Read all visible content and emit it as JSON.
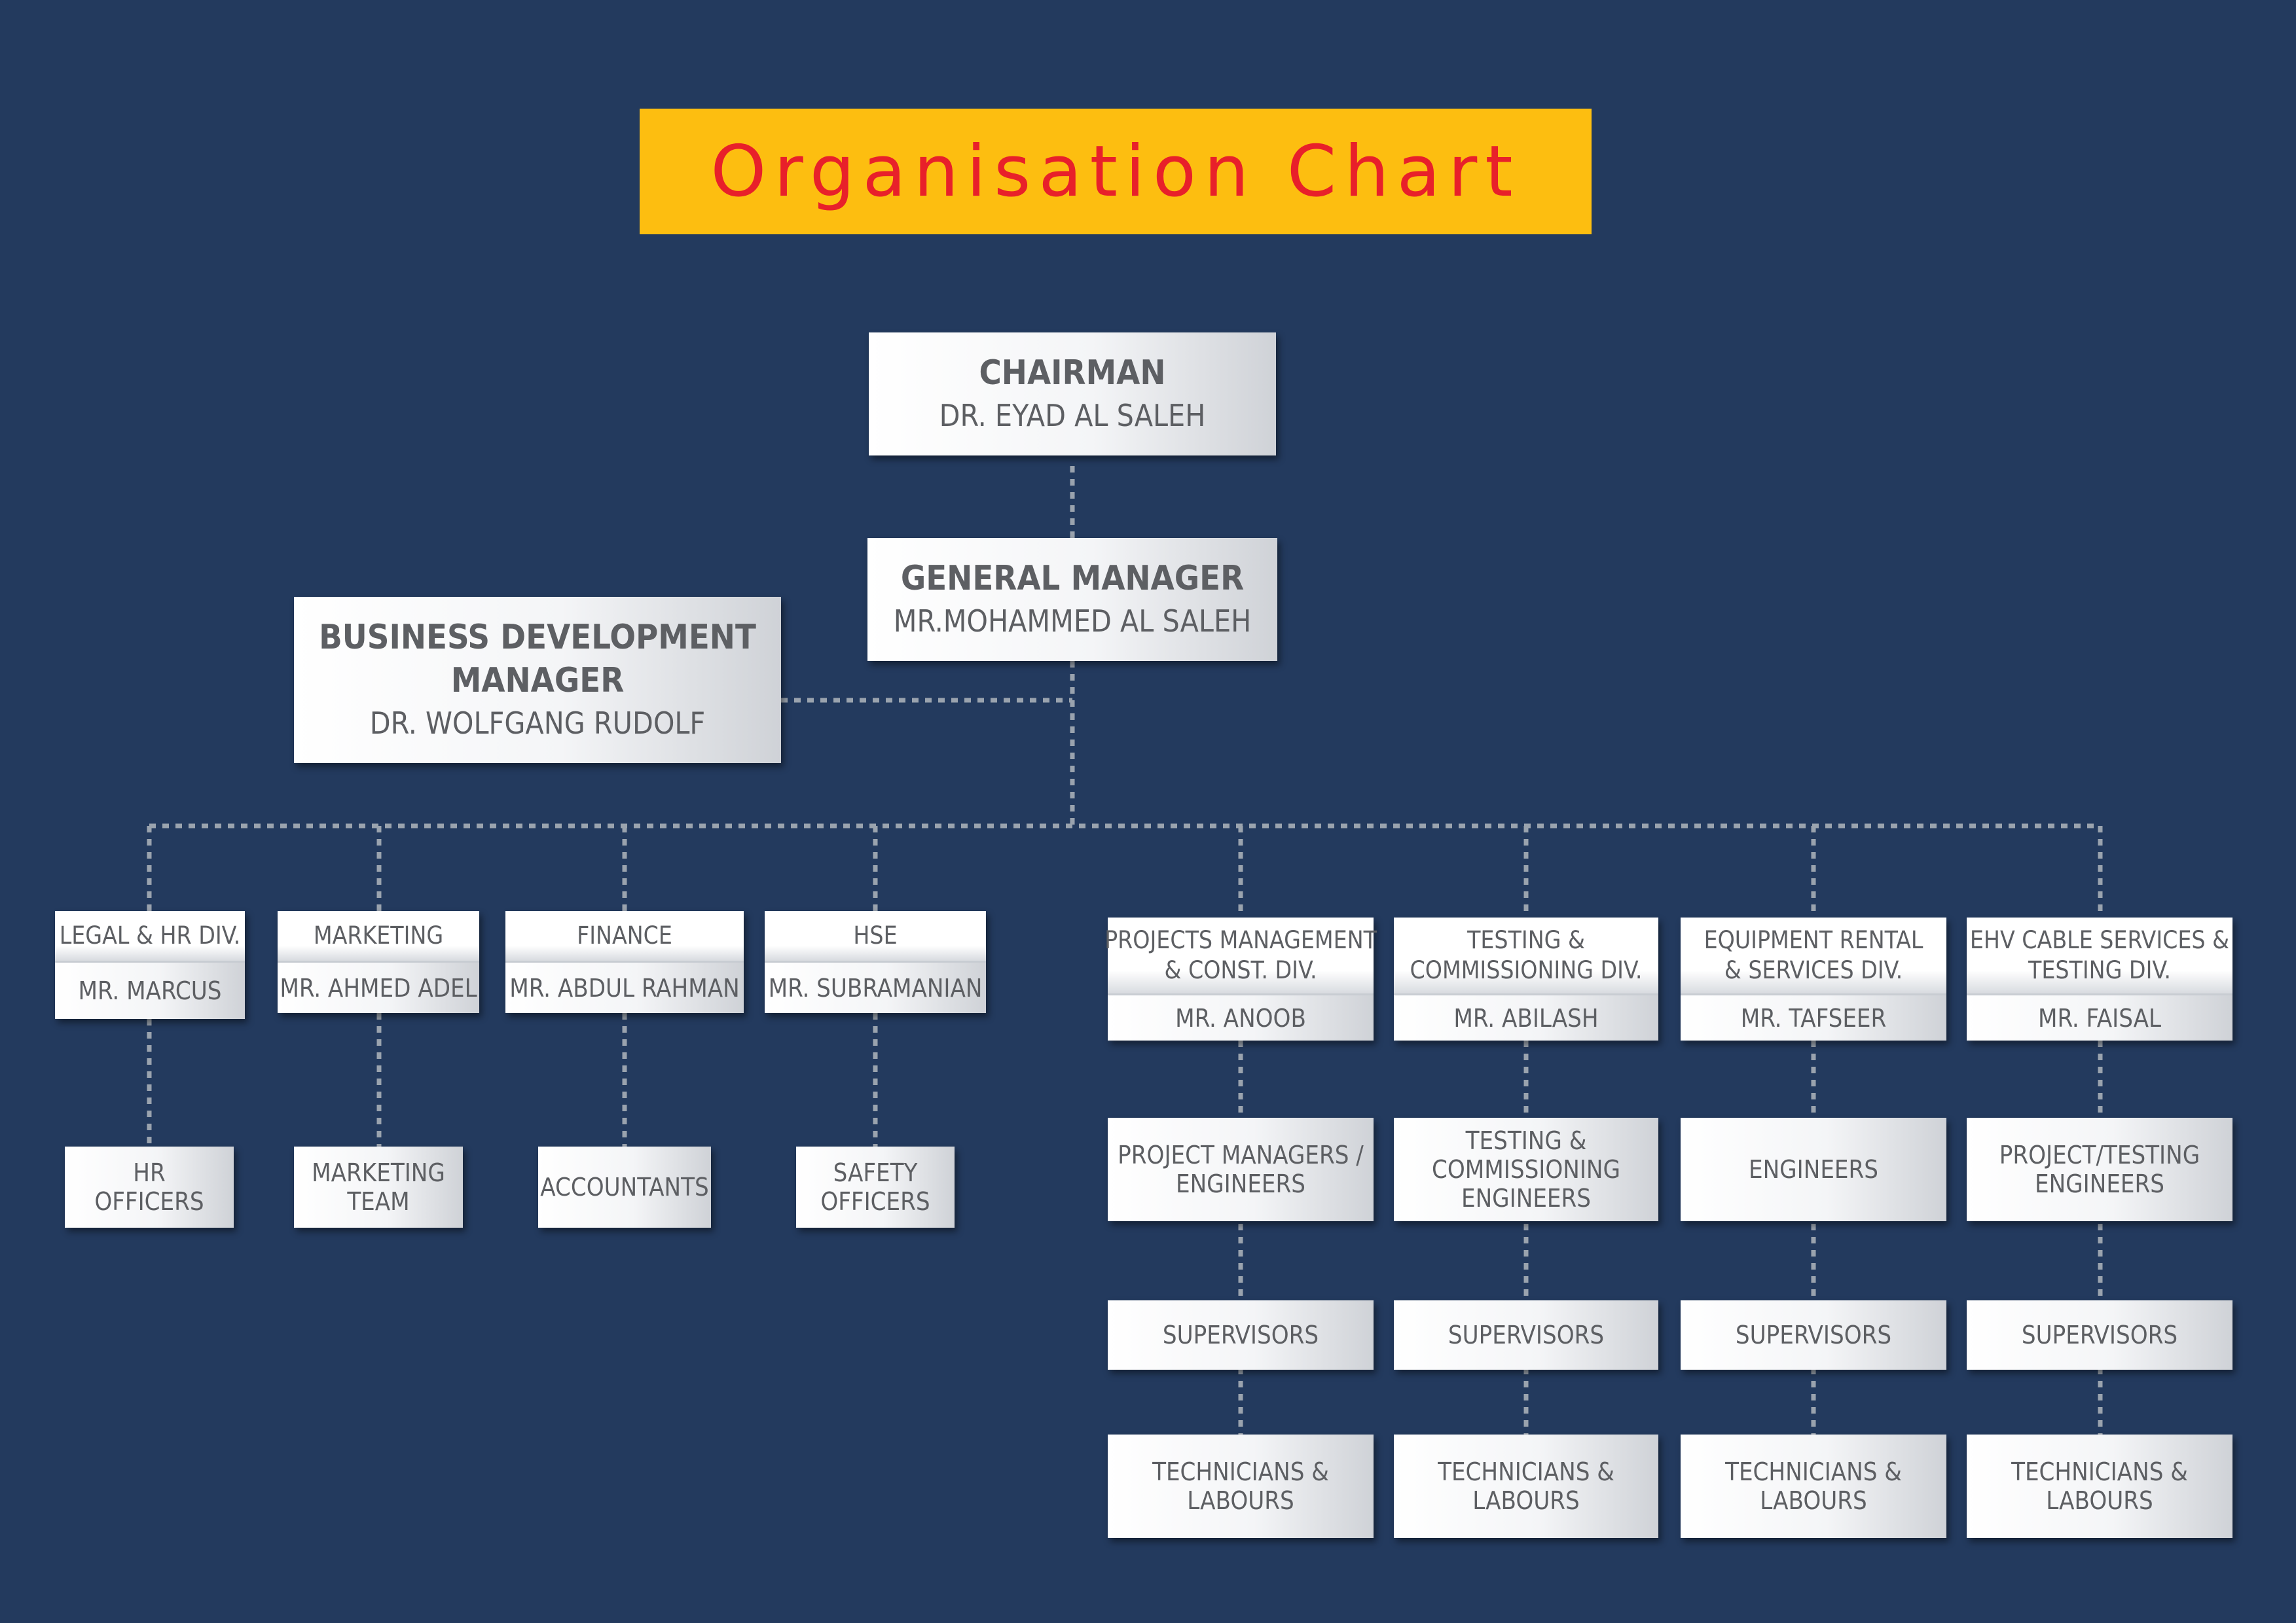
{
  "title": "Organisation Chart",
  "colors": {
    "background": "#233a5e",
    "banner": "#fdbe10",
    "title_text": "#e8202a",
    "box_text": "#5d5f63",
    "connector": "#9aa3ae"
  },
  "chairman": {
    "role": "CHAIRMAN",
    "name": "DR. EYAD AL SALEH"
  },
  "general_manager": {
    "role": "GENERAL MANAGER",
    "name": "MR.MOHAMMED AL SALEH"
  },
  "business_development": {
    "role_line1": "BUSINESS DEVELOPMENT",
    "role_line2": "MANAGER",
    "name": "DR. WOLFGANG RUDOLF"
  },
  "divisions": [
    {
      "title": [
        "LEGAL & HR DIV."
      ],
      "head": "MR. MARCUS",
      "staff": [
        [
          "HR",
          "OFFICERS"
        ]
      ]
    },
    {
      "title": [
        "MARKETING"
      ],
      "head": "MR. AHMED ADEL",
      "staff": [
        [
          "MARKETING",
          "TEAM"
        ]
      ]
    },
    {
      "title": [
        "FINANCE"
      ],
      "head": "MR. ABDUL RAHMAN",
      "staff": [
        [
          "ACCOUNTANTS"
        ]
      ]
    },
    {
      "title": [
        "HSE"
      ],
      "head": "MR. SUBRAMANIAN",
      "staff": [
        [
          "SAFETY",
          "OFFICERS"
        ]
      ]
    },
    {
      "title": [
        "PROJECTS MANAGEMENT",
        "& CONST. DIV."
      ],
      "head": "MR. ANOOB",
      "staff": [
        [
          "PROJECT MANAGERS /",
          "ENGINEERS"
        ],
        [
          "SUPERVISORS"
        ],
        [
          "TECHNICIANS &",
          "LABOURS"
        ]
      ]
    },
    {
      "title": [
        "TESTING &",
        "COMMISSIONING DIV."
      ],
      "head": "MR. ABILASH",
      "staff": [
        [
          "TESTING &",
          "COMMISSIONING",
          "ENGINEERS"
        ],
        [
          "SUPERVISORS"
        ],
        [
          "TECHNICIANS &",
          "LABOURS"
        ]
      ]
    },
    {
      "title": [
        "EQUIPMENT RENTAL",
        "& SERVICES DIV."
      ],
      "head": "MR. TAFSEER",
      "staff": [
        [
          "ENGINEERS"
        ],
        [
          "SUPERVISORS"
        ],
        [
          "TECHNICIANS &",
          "LABOURS"
        ]
      ]
    },
    {
      "title": [
        "EHV CABLE SERVICES &",
        "TESTING DIV."
      ],
      "head": "MR. FAISAL",
      "staff": [
        [
          "PROJECT/TESTING",
          "ENGINEERS"
        ],
        [
          "SUPERVISORS"
        ],
        [
          "TECHNICIANS &",
          "LABOURS"
        ]
      ]
    }
  ]
}
